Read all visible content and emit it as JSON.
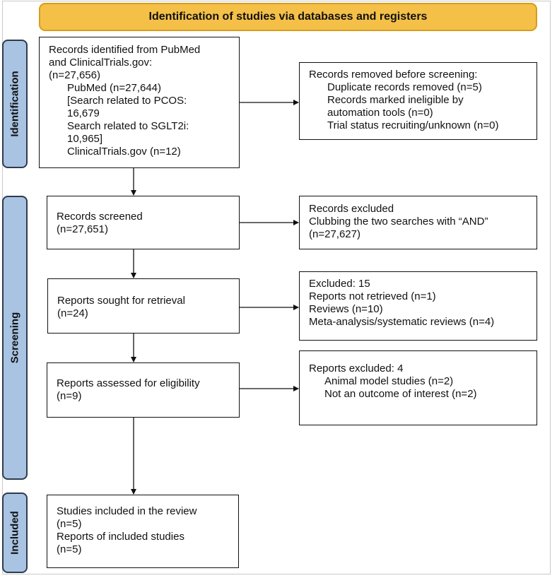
{
  "header": {
    "title": "Identification of studies via databases and registers"
  },
  "sections": {
    "identification": "Identification",
    "screening": "Screening",
    "included": "Included"
  },
  "boxes": {
    "records_identified": [
      "Records identified from PubMed",
      "and ClinicalTrials.gov:",
      "(n=27,656)",
      "PubMed (n=27,644)",
      "[Search related to PCOS:",
      "16,679",
      "Search related to SGLT2i:",
      "10,965]",
      "ClinicalTrials.gov (n=12)"
    ],
    "records_removed": [
      "Records removed before screening:",
      "Duplicate records removed (n=5)",
      "Records marked ineligible by",
      "automation tools (n=0)",
      "Trial status recruiting/unknown (n=0)"
    ],
    "records_screened": [
      "Records screened",
      "(n=27,651)"
    ],
    "records_excluded": [
      "Records excluded",
      "Clubbing the two searches with “AND”",
      "(n=27,627)"
    ],
    "reports_sought": [
      "Reports sought for retrieval",
      "(n=24)"
    ],
    "excluded_15": [
      "Excluded: 15",
      "Reports not retrieved (n=1)",
      "Reviews (n=10)",
      "Meta-analysis/systematic reviews (n=4)"
    ],
    "reports_assessed": [
      "Reports assessed for eligibility",
      "(n=9)"
    ],
    "reports_excluded": [
      "Reports excluded: 4",
      "Animal model studies (n=2)",
      "Not an outcome of interest (n=2)"
    ],
    "studies_included": [
      "Studies included in the review",
      "(n=5)",
      "Reports of included studies",
      "(n=5)"
    ]
  },
  "colors": {
    "header_fill": "#f5c048",
    "header_border": "#d79c1c",
    "side_fill": "#a9c3e3",
    "side_border": "#2e3b4e"
  }
}
